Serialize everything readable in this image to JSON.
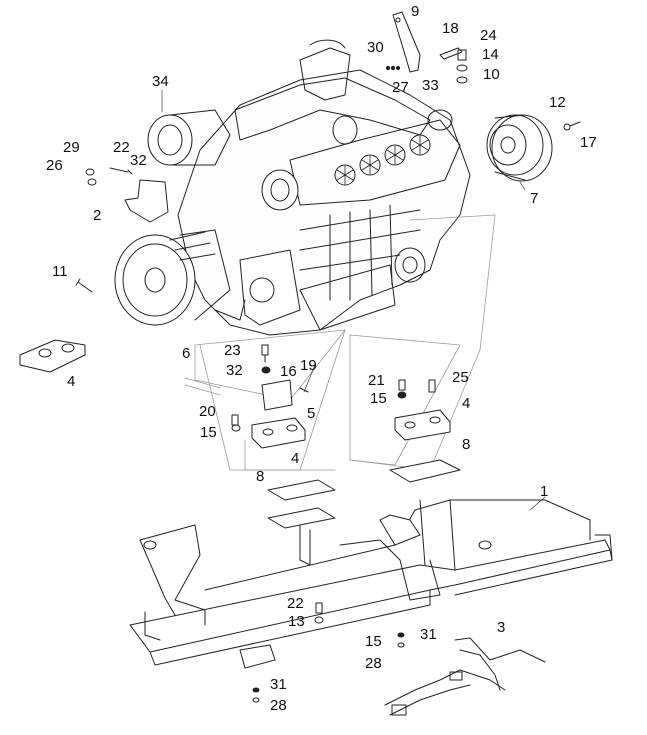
{
  "labels": {
    "l1": "1",
    "l2": "2",
    "l3": "3",
    "l4a": "4",
    "l4b": "4",
    "l4c": "4",
    "l5": "5",
    "l6": "6",
    "l7": "7",
    "l8a": "8",
    "l8b": "8",
    "l9": "9",
    "l10": "10",
    "l11": "11",
    "l12": "12",
    "l13": "13",
    "l14": "14",
    "l15a": "15",
    "l15b": "15",
    "l15c": "15",
    "l16": "16",
    "l17": "17",
    "l18": "18",
    "l19": "19",
    "l20": "20",
    "l21": "21",
    "l22a": "22",
    "l22b": "22",
    "l23": "23",
    "l24": "24",
    "l25": "25",
    "l26": "26",
    "l27": "27",
    "l28a": "28",
    "l28b": "28",
    "l29": "29",
    "l30": "30",
    "l31a": "31",
    "l31b": "31",
    "l32a": "32",
    "l32b": "32",
    "l33": "33",
    "l34": "34"
  },
  "colors": {
    "line": "#222222",
    "light": "#9a9a9a",
    "bg": "#ffffff"
  }
}
